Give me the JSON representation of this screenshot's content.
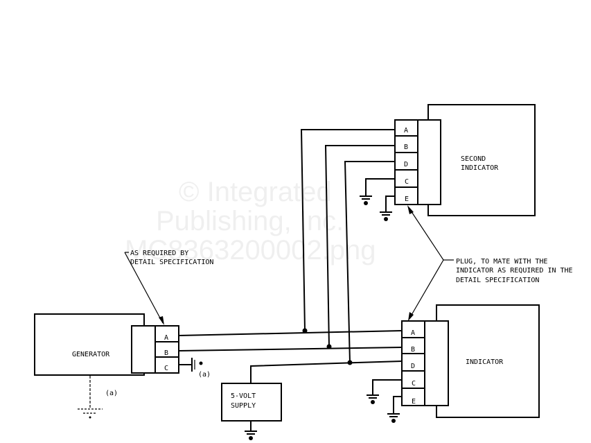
{
  "watermark": {
    "line1": "© Integrated",
    "line2": "Publishing, Inc.",
    "line3": "MC8363200002.png"
  },
  "components": {
    "second_indicator": {
      "line1": "SECOND",
      "line2": "INDICATOR"
    },
    "indicator": "INDICATOR",
    "generator": "GENERATOR",
    "supply": {
      "line1": "5-VOLT",
      "line2": "SUPPLY"
    }
  },
  "pins": {
    "second_indicator": [
      "A",
      "B",
      "D",
      "C",
      "E"
    ],
    "indicator": [
      "A",
      "B",
      "D",
      "C",
      "E"
    ],
    "generator": [
      "A",
      "B",
      "C"
    ]
  },
  "notes": {
    "generator_plug": {
      "line1": "AS REQUIRED BY",
      "line2": "DETAIL SPECIFICATION"
    },
    "indicator_plug": {
      "line1": "PLUG, TO MATE WITH THE",
      "line2": "INDICATOR AS REQUIRED IN THE",
      "line3": "DETAIL SPECIFICATION"
    },
    "ground_note_1": "(a)",
    "ground_note_2": "(a)"
  }
}
